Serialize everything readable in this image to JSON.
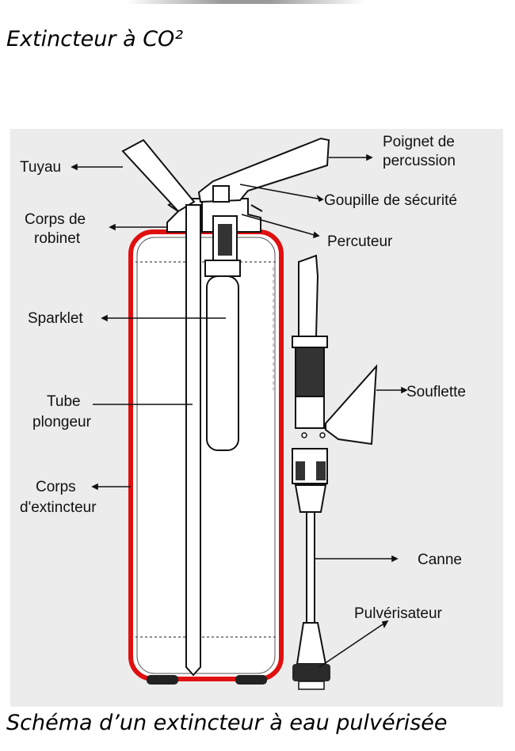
{
  "heading": "Extincteur à CO²",
  "caption": "Schéma d’un extincteur à eau pulvérisée",
  "colors": {
    "background": "#ececec",
    "body_outline": "#e01010",
    "line": "#111111"
  },
  "labels": {
    "tuyau": "Tuyau",
    "corps_robinet_1": "Corps de",
    "corps_robinet_2": "robinet",
    "sparklet": "Sparklet",
    "tube_plongeur_1": "Tube",
    "tube_plongeur_2": "plongeur",
    "corps_extincteur_1": "Corps",
    "corps_extincteur_2": "d'extincteur",
    "poignet_1": "Poignet de",
    "poignet_2": "percussion",
    "goupille": "Goupille de sécurité",
    "percuteur": "Percuteur",
    "soufflette": "Souflette",
    "canne": "Canne",
    "pulverisateur": "Pulvérisateur"
  }
}
